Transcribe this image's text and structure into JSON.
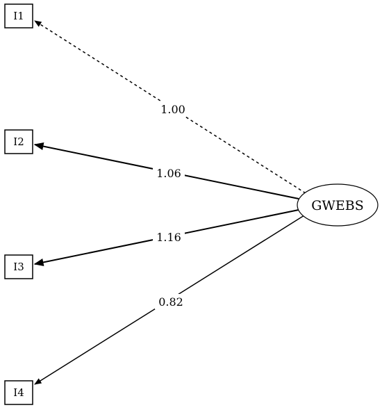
{
  "diagram": {
    "latent": {
      "label": "GWEBS"
    },
    "indicators": [
      {
        "label": "I1"
      },
      {
        "label": "I2"
      },
      {
        "label": "I3"
      },
      {
        "label": "I4"
      }
    ],
    "loadings": [
      {
        "value": "1.00",
        "style": "dashed"
      },
      {
        "value": "1.06",
        "style": "solid"
      },
      {
        "value": "1.16",
        "style": "solid"
      },
      {
        "value": "0.82",
        "style": "solid"
      }
    ],
    "colors": {
      "stroke": "#000000",
      "background": "#ffffff"
    }
  }
}
